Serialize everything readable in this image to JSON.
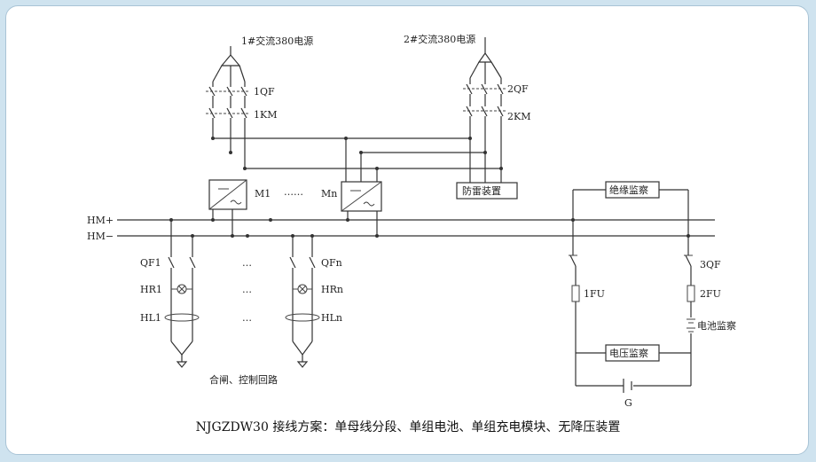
{
  "labels": {
    "src1": "1#交流380电源",
    "src2": "2#交流380电源",
    "qf1": "1QF",
    "km1": "1KM",
    "qf2": "2QF",
    "km2": "2KM",
    "lightning": "防雷装置",
    "mod1": "M1",
    "mod_dots": "……",
    "modn": "Mn",
    "insul": "绝缘监察",
    "hmp": "HM+",
    "hmm": "HM−",
    "qf_a": "QF1",
    "qf_b": "QFn",
    "hr_a": "HR1",
    "hr_b": "HRn",
    "hl_a": "HL1",
    "hl_b": "HLn",
    "vdots": "…",
    "qf3": "3QF",
    "fu1": "1FU",
    "fu2": "2FU",
    "batmon": "电池监察",
    "voltmon": "电压监察",
    "g": "G",
    "closing": "合闸、控制回路"
  },
  "caption": "NJGZDW30 接线方案：单母线分段、单组电池、单组充电模块、无降压装置",
  "colors": {
    "background": "#cfe3ef",
    "panel": "#ffffff",
    "line": "#333333"
  }
}
